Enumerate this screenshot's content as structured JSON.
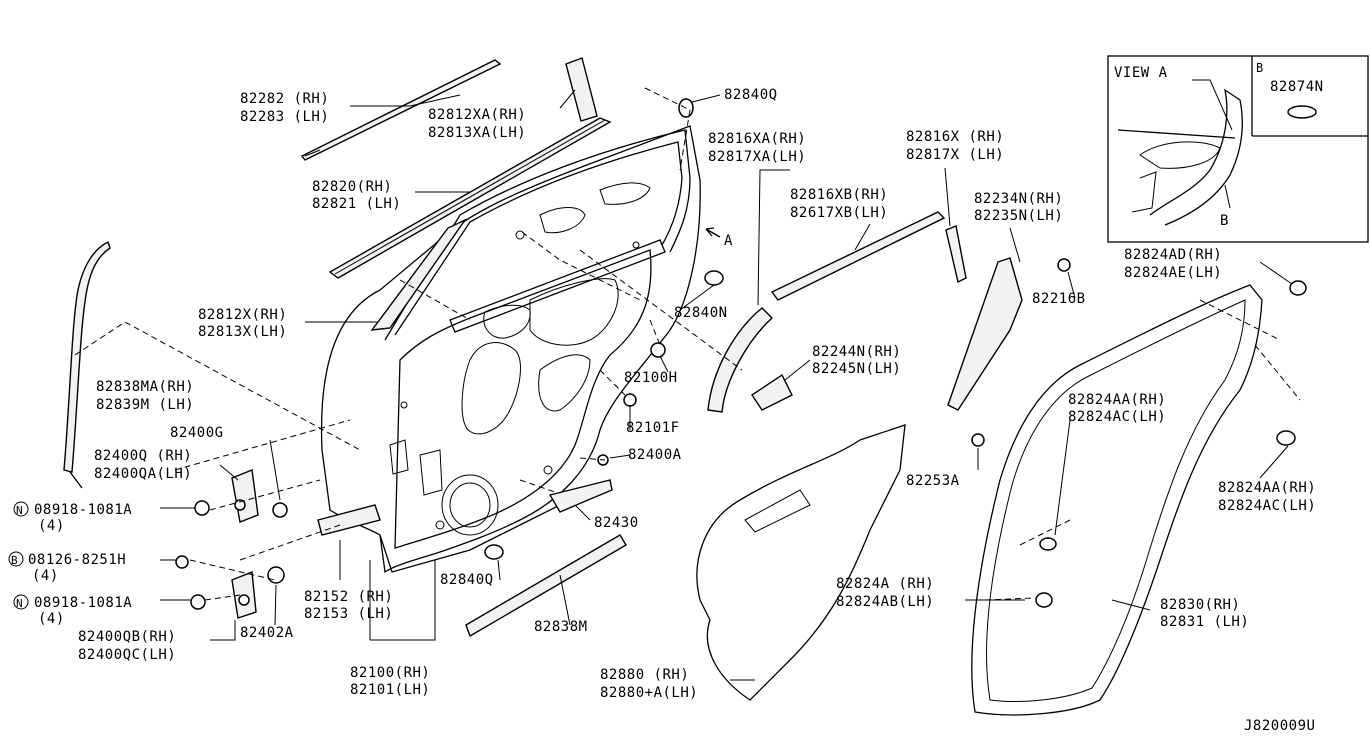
{
  "labels": {
    "l82282": "82282 (RH)",
    "l82283": "82283 (LH)",
    "l82812xa": "82812XA(RH)",
    "l82813xa": "82813XA(LH)",
    "l82840q_top": "82840Q",
    "l82816xa": "82816XA(RH)",
    "l82817xa": "82817XA(LH)",
    "l82816x": "82816X (RH)",
    "l82817x": "82817X (LH)",
    "l82820": "82820(RH)",
    "l82821": "82821 (LH)",
    "l82816xb": "82816XB(RH)",
    "l82617xb": "82617XB(LH)",
    "l82234n": "82234N(RH)",
    "l82235n": "82235N(LH)",
    "l82216b": "82216B",
    "l82812x": "82812X(RH)",
    "l82813x": "82813X(LH)",
    "l82840n": "82840N",
    "l82244n": "82244N(RH)",
    "l82245n": "82245N(LH)",
    "l82838ma": "82838MA(RH)",
    "l82839m": "82839M (LH)",
    "l82100h": "82100H",
    "l82101f": "82101F",
    "l82400g": "82400G",
    "l82400q": "82400Q (RH)",
    "l82400qa": "82400QA(LH)",
    "l82400a": "82400A",
    "l82253a": "82253A",
    "l08918_1": "08918-1081A",
    "l08918_1q": "(4)",
    "l82430": "82430",
    "l08126": "08126-8251H",
    "l08126q": "(4)",
    "l82152": "82152 (RH)",
    "l82153": "82153 (LH)",
    "l82840q_bot": "82840Q",
    "l08918_2": "08918-1081A",
    "l08918_2q": "(4)",
    "l82400qb": "82400QB(RH)",
    "l82400qc": "82400QC(LH)",
    "l82402a": "82402A",
    "l82838m": "82838M",
    "l82100": "82100(RH)",
    "l82101": "82101(LH)",
    "l82824a": "82824A (RH)",
    "l82824ab": "82824AB(LH)",
    "l82880": "82880 (RH)",
    "l82880a": "82880+A(LH)",
    "l82824aa_1": "82824AA(RH)",
    "l82824ac_1": "82824AC(LH)",
    "l82824aa_2": "82824AA(RH)",
    "l82824ac_2": "82824AC(LH)",
    "l82830": "82830(RH)",
    "l82831": "82831 (LH)",
    "l82824ad": "82824AD(RH)",
    "l82824ae": "82824AE(LH)",
    "viewa": "VIEW A",
    "inset_b": "B",
    "l82874n": "82874N",
    "inset_b_callout": "B",
    "arrow_a": "A",
    "sym_n": "N",
    "sym_b": "B",
    "diagram_id": "J820009U"
  },
  "colors": {
    "line": "#000000",
    "background": "#ffffff",
    "part_fill": "#f2f2f2"
  }
}
